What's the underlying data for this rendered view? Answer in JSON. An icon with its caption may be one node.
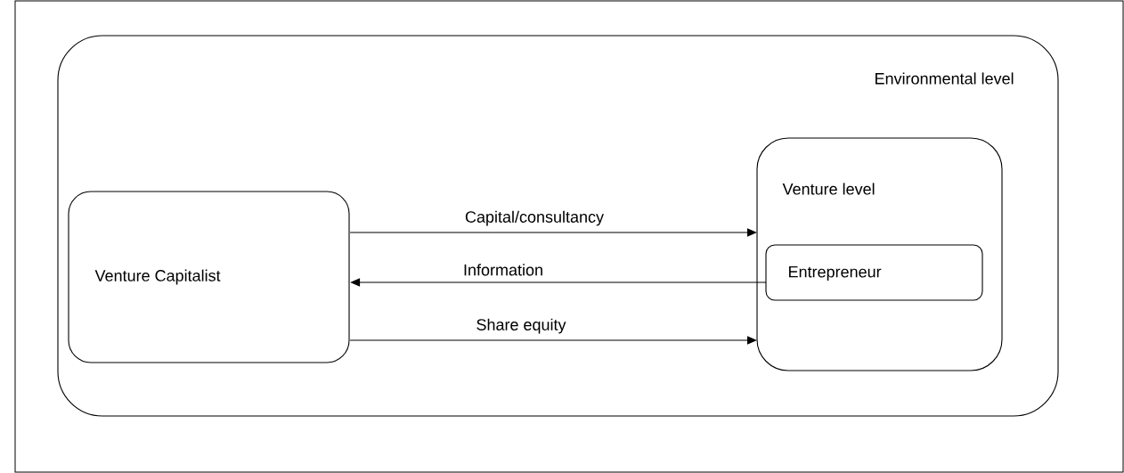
{
  "diagram": {
    "nodes": [
      {
        "text": [
          "Environmental level"
        ]
      },
      {
        "text": [
          "Venture Capitalist"
        ],
        "in": 0
      },
      {
        "text": [
          "Venture level"
        ],
        "in": 0
      },
      {
        "text": [
          "Entrepreneur"
        ],
        "in": 2
      }
    ],
    "edges": [
      {
        "from": 1,
        "to": 2,
        "arrow": "to",
        "label": "Capital/consultancy"
      },
      {
        "from": 3,
        "to": 1,
        "arrow": "to",
        "label": "Information"
      },
      {
        "from": 1,
        "to": 2,
        "arrow": "to",
        "label": "Share equity"
      }
    ]
  }
}
